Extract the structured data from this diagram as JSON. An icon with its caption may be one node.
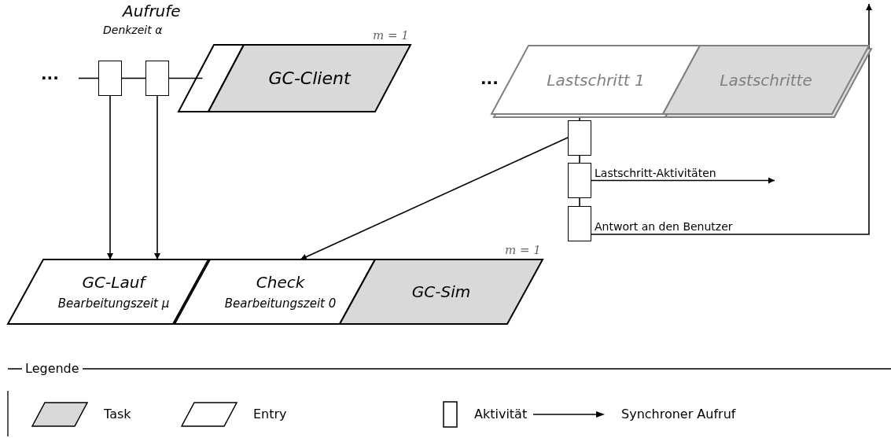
{
  "diagram": {
    "nodes": [
      {
        "text": [],
        "shape": "parallelogram"
      },
      {
        "text": [
          "GC-Client"
        ],
        "beside": [
          "m = 1"
        ]
      },
      {
        "text": [],
        "shape": "box"
      },
      {
        "text": [],
        "shape": "box"
      },
      {
        "text": [
          "Lastschritt 1"
        ]
      },
      {
        "text": [
          "Lastschritte"
        ]
      },
      {
        "text": [],
        "shape": "box"
      },
      {
        "text": [],
        "shape": "box"
      },
      {
        "text": [],
        "shape": "box"
      },
      {
        "text": [
          "GC-Lauf",
          "Bearbeitungszeit μ"
        ]
      },
      {
        "text": [
          "Check",
          "Bearbeitungszeit 0"
        ]
      },
      {
        "text": [
          "GC-Sim"
        ],
        "beside": [
          "m = 1"
        ]
      }
    ],
    "edges": [
      {
        "from": null,
        "to": 2,
        "arrow": "none"
      },
      {
        "from": 2,
        "to": 3,
        "arrow": "none"
      },
      {
        "from": 3,
        "to": 0,
        "arrow": "none"
      },
      {
        "from": 2,
        "to": 9,
        "arrow": "to"
      },
      {
        "from": 3,
        "to": 9,
        "arrow": "to"
      },
      {
        "from": 4,
        "to": 6,
        "arrow": "none"
      },
      {
        "from": 6,
        "to": 7,
        "arrow": "none"
      },
      {
        "from": 7,
        "to": 8,
        "arrow": "none"
      },
      {
        "from": 6,
        "to": 10,
        "arrow": "to"
      },
      {
        "from": 7,
        "to": null,
        "arrow": "to",
        "label": "Lastschritt-Aktivitäten"
      },
      {
        "from": 8,
        "to": null,
        "arrow": "to",
        "label": "Antwort an den Benutzer"
      }
    ],
    "labels": [
      "Aufrufe",
      "Denkzeit α",
      "...",
      "...",
      "Legende"
    ],
    "legend": [
      {
        "text": "Task"
      },
      {
        "text": "Entry"
      },
      {
        "text": "Aktivität"
      },
      {
        "text": "Synchroner Aufruf"
      }
    ]
  }
}
